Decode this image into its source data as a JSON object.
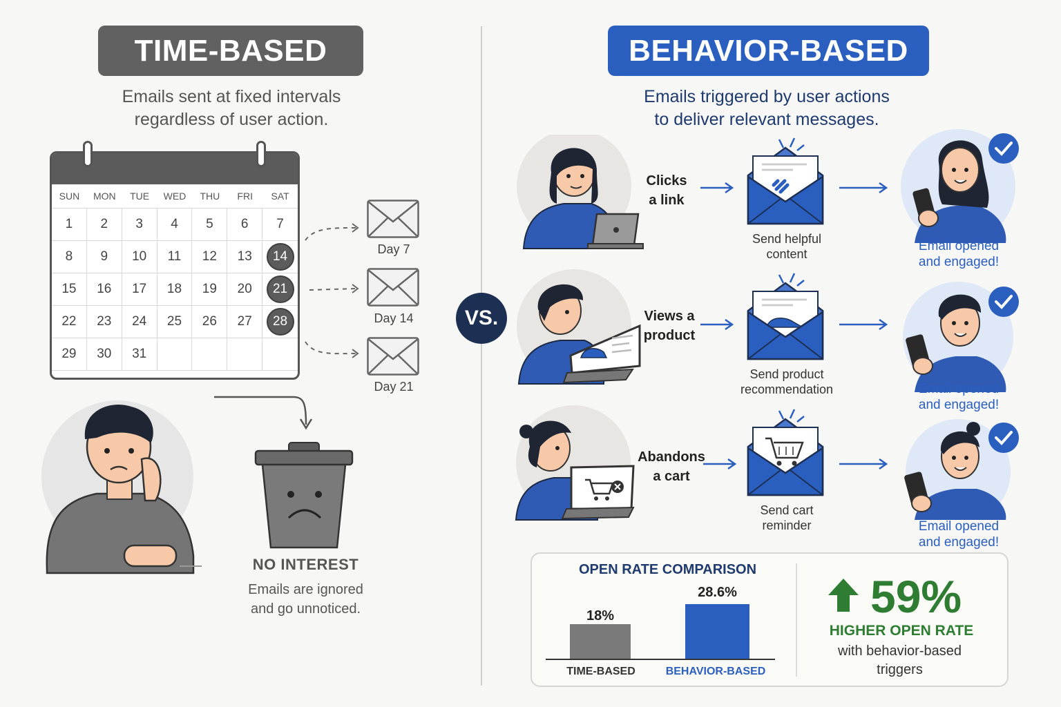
{
  "left": {
    "title": "TIME-BASED",
    "subtitle_line1": "Emails sent at fixed intervals",
    "subtitle_line2": "regardless of user action.",
    "calendar": {
      "days": [
        "SUN",
        "MON",
        "TUE",
        "WED",
        "THU",
        "FRI",
        "SAT"
      ],
      "dates": [
        "1",
        "2",
        "3",
        "4",
        "5",
        "6",
        "7",
        "8",
        "9",
        "10",
        "11",
        "12",
        "13",
        "14",
        "15",
        "16",
        "17",
        "18",
        "19",
        "20",
        "21",
        "22",
        "23",
        "24",
        "25",
        "26",
        "27",
        "28",
        "29",
        "30",
        "31",
        "",
        "",
        "",
        ""
      ],
      "highlighted": [
        "14",
        "21",
        "28"
      ]
    },
    "emails": [
      "Day 7",
      "Day 14",
      "Day 21"
    ],
    "no_interest_title": "NO INTEREST",
    "no_interest_line1": "Emails are ignored",
    "no_interest_line2": "and go unnoticed."
  },
  "vs": "VS.",
  "right": {
    "title": "BEHAVIOR-BASED",
    "subtitle_line1": "Emails triggered by user actions",
    "subtitle_line2": "to deliver relevant messages.",
    "rows": [
      {
        "action1": "Clicks",
        "action2": "a link",
        "send1": "Send helpful",
        "send2": "content",
        "result1": "Email opened",
        "result2": "and engaged!"
      },
      {
        "action1": "Views a",
        "action2": "product",
        "send1": "Send product",
        "send2": "recommendation",
        "result1": "Email opened",
        "result2": "and engaged!"
      },
      {
        "action1": "Abandons",
        "action2": "a cart",
        "send1": "Send cart",
        "send2": "reminder",
        "result1": "Email opened",
        "result2": "and engaged!"
      }
    ]
  },
  "comparison": {
    "title": "OPEN RATE COMPARISON",
    "big_value": "59%",
    "big_label": "HIGHER OPEN RATE",
    "sub_line1": "with behavior-based",
    "sub_line2": "triggers"
  },
  "chart_data": {
    "type": "bar",
    "title": "OPEN RATE COMPARISON",
    "categories": [
      "TIME-BASED",
      "BEHAVIOR-BASED"
    ],
    "values": [
      18,
      28.6
    ],
    "value_labels": [
      "18%",
      "28.6%"
    ],
    "colors": [
      "#7a7a7a",
      "#2a5fbf"
    ]
  },
  "colors": {
    "gray": "#616161",
    "blue": "#2a5fbf",
    "navy": "#1d2f52",
    "green": "#2e7d32"
  }
}
